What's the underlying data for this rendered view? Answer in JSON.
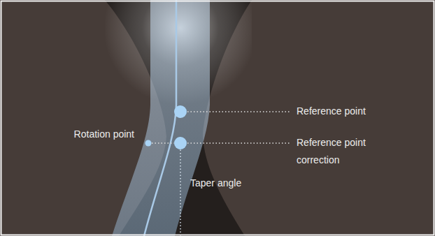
{
  "diagram": {
    "labels": [
      "Reference point",
      "Reference point correction",
      "Rotation point",
      "Taper angle"
    ]
  }
}
